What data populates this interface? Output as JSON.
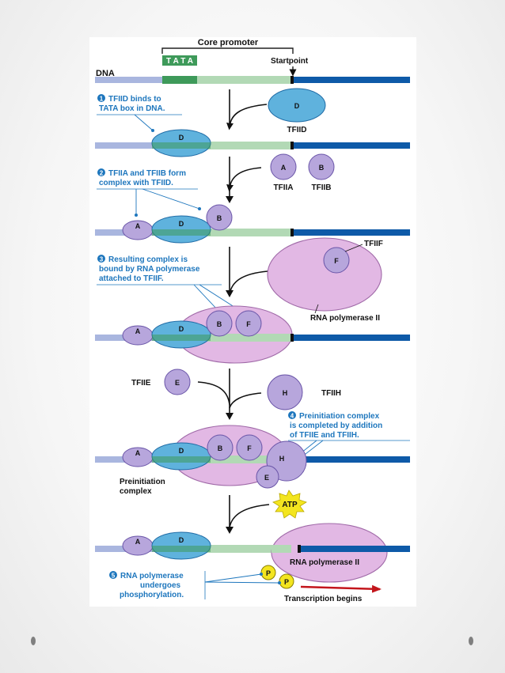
{
  "labels": {
    "core_promoter": "Core promoter",
    "tata": "T A T A",
    "startpoint": "Startpoint",
    "dna": "DNA"
  },
  "factors": {
    "tfiid": "TFIID",
    "tfiia": "TFIIA",
    "tfiib": "TFIIB",
    "tfiif": "TFIIF",
    "tfiie": "TFIIE",
    "tfiih": "TFIIH",
    "rna_pol": "RNA polymerase II",
    "atp": "ATP"
  },
  "letters": {
    "d": "D",
    "a": "A",
    "b": "B",
    "f": "F",
    "e": "E",
    "h": "H",
    "p": "P"
  },
  "steps": [
    {
      "num": "1",
      "lines": [
        "TFIID binds to",
        "TATA box in DNA."
      ]
    },
    {
      "num": "2",
      "lines": [
        "TFIIA and TFIIB form",
        "complex with TFIID."
      ]
    },
    {
      "num": "3",
      "lines": [
        "Resulting complex is",
        "bound by RNA polymerase",
        "attached to TFIIF."
      ]
    },
    {
      "num": "4",
      "lines": [
        "Preinitiation complex",
        "is completed by addition",
        "of TFIIE and TFIIH."
      ]
    },
    {
      "num": "5",
      "lines": [
        "RNA polymerase",
        "undergoes",
        "phosphorylation."
      ]
    }
  ],
  "preinitiation": [
    "Preinitiation",
    "complex"
  ],
  "transcription": "Transcription begins",
  "colors": {
    "dna_light": "#a9b6df",
    "promoter_green": "#b2d9b5",
    "dna_dark": "#0e5aa8",
    "tata_green": "#3e9a5a",
    "tfiid_blue": "#5fb2dd",
    "factor_purple": "#b7a6dc",
    "pol_pink": "#e2b8e4",
    "atp_yellow": "#f3e51f",
    "label_blue": "#1d76bd"
  }
}
